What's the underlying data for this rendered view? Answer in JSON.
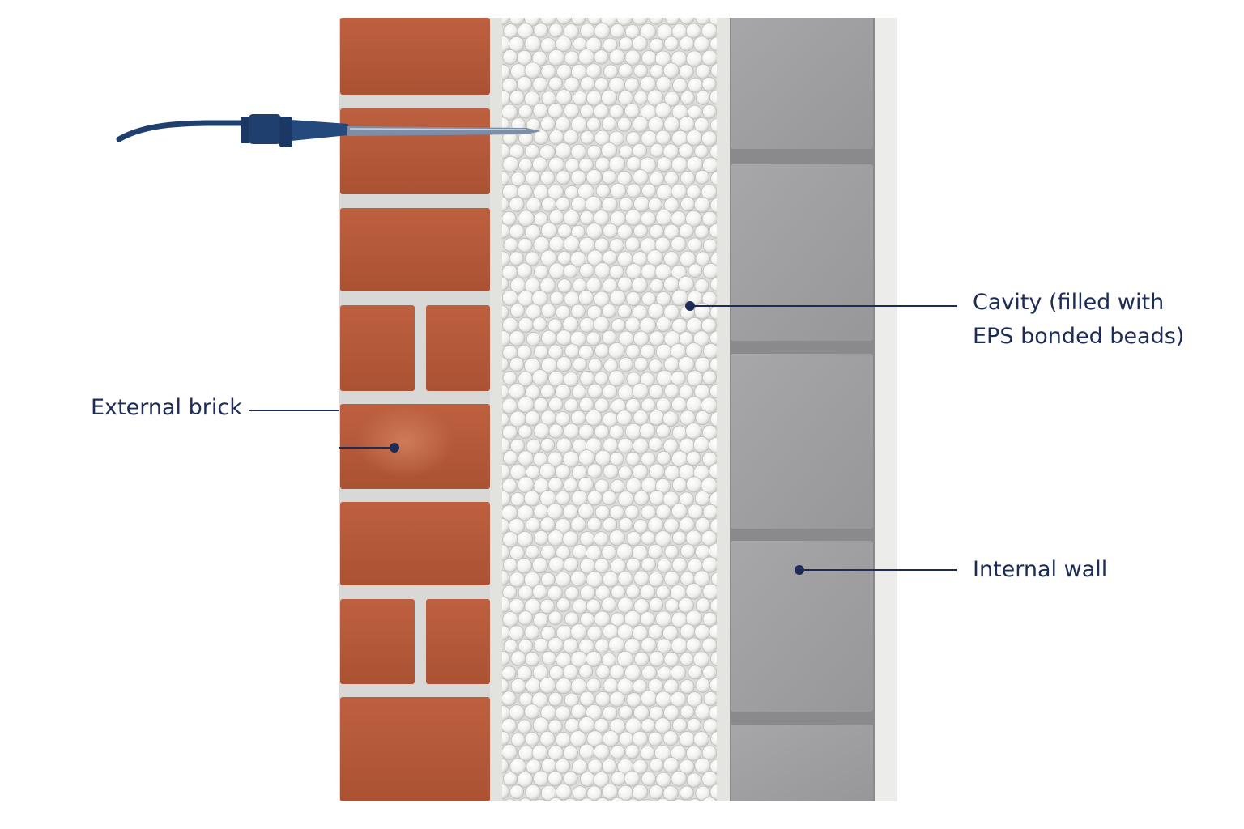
{
  "labels": {
    "external_brick": "External brick",
    "cavity_line1": "Cavity (filled with",
    "cavity_line2": "EPS bonded beads)",
    "internal_wall": "Internal wall"
  },
  "colors": {
    "brick": "#b55a3a",
    "mortar": "#d8d8d6",
    "beads": "#f1f1ef",
    "block": "#9e9ea0",
    "probe": "#1f3f6e",
    "label_text": "#1d2c57"
  }
}
